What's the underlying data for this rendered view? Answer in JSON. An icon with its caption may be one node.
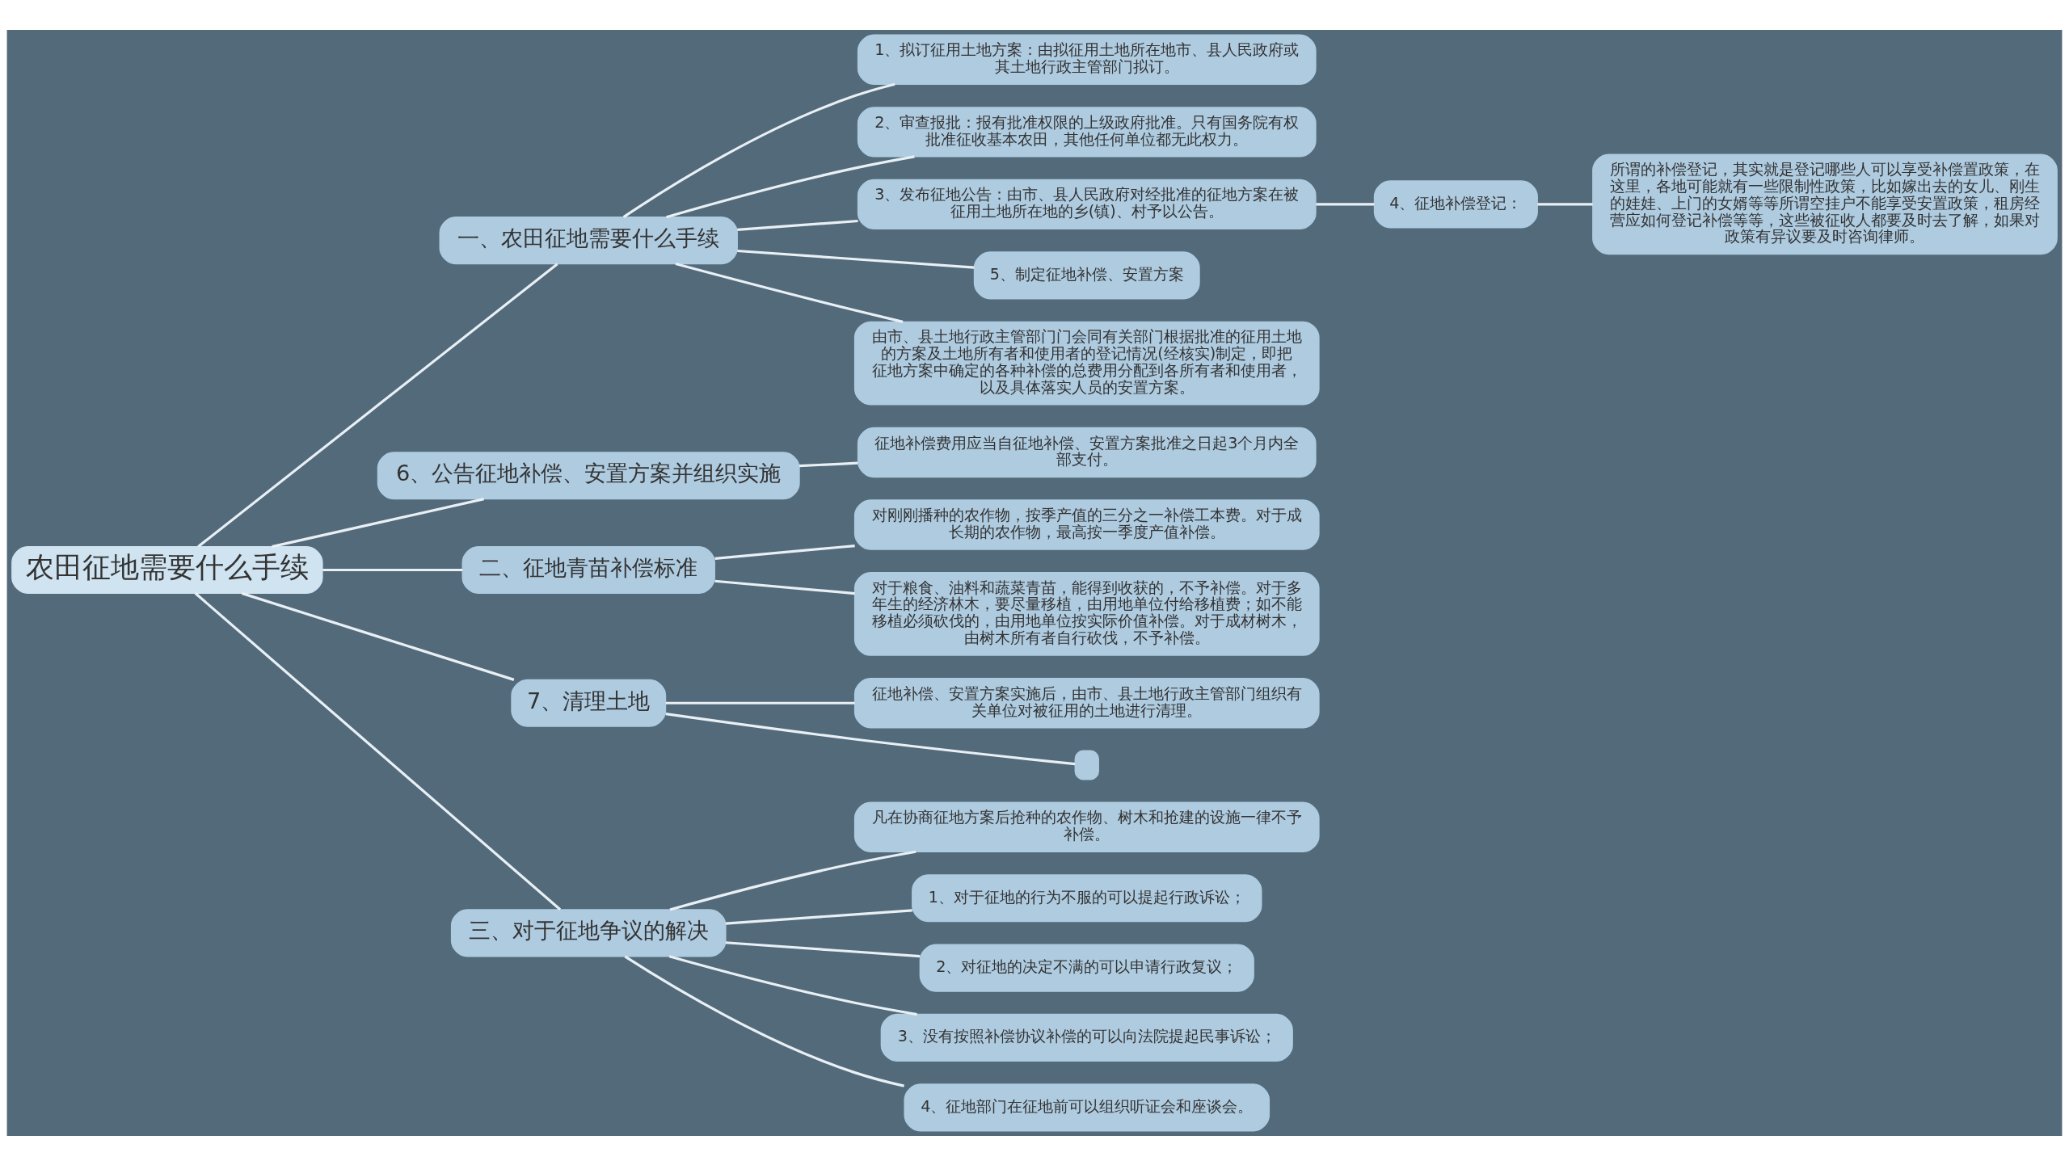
{
  "diagram": {
    "nodes": [
      {
        "text": [
          "农田征地需要什么手续"
        ]
      },
      {
        "text": [
          "一、农田征地需要什么手续"
        ]
      },
      {
        "text": [
          "1、拟订征用土地方案：由拟征用土地所在地市、县人民政府或其土地行政主管部门拟订。"
        ]
      },
      {
        "text": [
          "2、审查报批：报有批准权限的上级政府批准。只有国务院有权批准征收基本农田，其他任何单位都无此权力。"
        ]
      },
      {
        "text": [
          "3、发布征地公告：由市、县人民政府对经批准的征地方案在被征用土地所在地的乡(镇)、村予以公告。"
        ]
      },
      {
        "text": [
          "4、征地补偿登记："
        ]
      },
      {
        "text": [
          "所谓的补偿登记，其实就是登记哪些人可以享受补偿置政策，在这里，各地可能就有一些限制性政策，比如嫁出去的女儿、刚生的娃娃、上门的女婿等等所谓空挂户不能享受安置政策，租房经营应如何登记补偿等等，这些被征收人都要及时去了解，如果对政策有异议要及时咨询律师。"
        ]
      },
      {
        "text": [
          "5、制定征地补偿、安置方案"
        ]
      },
      {
        "text": [
          "由市、县土地行政主管部门门会同有关部门根据批准的征用土地的方案及土地所有者和使用者的登记情况(经核实)制定，即把征地方案中确定的各种补偿的总费用分配到各所有者和使用者，以及具体落实人员的安置方案。"
        ]
      },
      {
        "text": [
          "6、公告征地补偿、安置方案并组织实施"
        ]
      },
      {
        "text": [
          "征地补偿费用应当自征地补偿、安置方案批准之日起3个月内全部支付。"
        ]
      },
      {
        "text": [
          "二、征地青苗补偿标准"
        ]
      },
      {
        "text": [
          "对刚刚播种的农作物，按季产值的三分之一补偿工本费。对于成长期的农作物，最高按一季度产值补偿。"
        ]
      },
      {
        "text": [
          "对于粮食、油料和蔬菜青苗，能得到收获的，不予补偿。对于多年生的经济林木，要尽量移植，由用地单位付给移植费；如不能移植必须砍伐的，由用地单位按实际价值补偿。对于成材树木，由树木所有者自行砍伐，不予补偿。"
        ]
      },
      {
        "text": [
          "7、清理土地"
        ]
      },
      {
        "text": [
          "征地补偿、安置方案实施后，由市、县土地行政主管部门组织有关单位对被征用的土地进行清理。"
        ]
      },
      {
        "text": [],
        "shape": "box"
      },
      {
        "text": [
          "三、对于征地争议的解决"
        ]
      },
      {
        "text": [
          "凡在协商征地方案后抢种的农作物、树木和抢建的设施一律不予补偿。"
        ]
      },
      {
        "text": [
          "1、对于征地的行为不服的可以提起行政诉讼；"
        ]
      },
      {
        "text": [
          "2、对征地的决定不满的可以申请行政复议；"
        ]
      },
      {
        "text": [
          "3、没有按照补偿协议补偿的可以向法院提起民事诉讼；"
        ]
      },
      {
        "text": [
          "4、征地部门在征地前可以组织听证会和座谈会。"
        ]
      }
    ],
    "edges": [
      {
        "from": 0,
        "to": 1,
        "arrow": "none"
      },
      {
        "from": 1,
        "to": 2,
        "arrow": "none"
      },
      {
        "from": 1,
        "to": 3,
        "arrow": "none"
      },
      {
        "from": 1,
        "to": 4,
        "arrow": "none"
      },
      {
        "from": 4,
        "to": 5,
        "arrow": "none"
      },
      {
        "from": 5,
        "to": 6,
        "arrow": "none"
      },
      {
        "from": 1,
        "to": 7,
        "arrow": "none"
      },
      {
        "from": 1,
        "to": 8,
        "arrow": "none"
      },
      {
        "from": 0,
        "to": 9,
        "arrow": "none"
      },
      {
        "from": 9,
        "to": 10,
        "arrow": "none"
      },
      {
        "from": 0,
        "to": 11,
        "arrow": "none"
      },
      {
        "from": 11,
        "to": 12,
        "arrow": "none"
      },
      {
        "from": 11,
        "to": 13,
        "arrow": "none"
      },
      {
        "from": 0,
        "to": 14,
        "arrow": "none"
      },
      {
        "from": 14,
        "to": 15,
        "arrow": "none"
      },
      {
        "from": 14,
        "to": 16,
        "arrow": "none"
      },
      {
        "from": 0,
        "to": 17,
        "arrow": "none"
      },
      {
        "from": 17,
        "to": 18,
        "arrow": "none"
      },
      {
        "from": 17,
        "to": 19,
        "arrow": "none"
      },
      {
        "from": 17,
        "to": 20,
        "arrow": "none"
      },
      {
        "from": 17,
        "to": 21,
        "arrow": "none"
      },
      {
        "from": 17,
        "to": 22,
        "arrow": "none"
      }
    ]
  }
}
